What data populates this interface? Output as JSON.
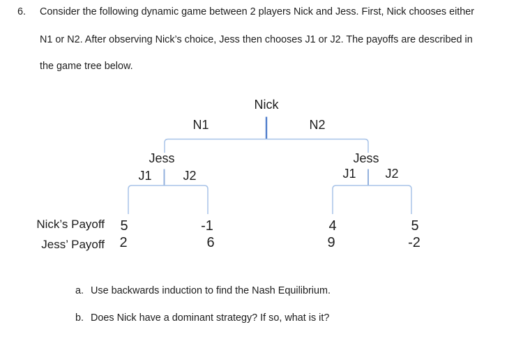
{
  "question": {
    "number": "6.",
    "lines": [
      "Consider the following dynamic game between 2 players Nick and Jess. First, Nick chooses either",
      "N1 or N2. After observing Nick’s choice, Jess then chooses J1 or J2. The payoffs are described in",
      "the game tree below."
    ]
  },
  "tree": {
    "root_player": "Nick",
    "left_action": "N1",
    "right_action": "N2",
    "left_node": {
      "player": "Jess",
      "left_action": "J1",
      "right_action": "J2"
    },
    "right_node": {
      "player": "Jess",
      "left_action": "J1",
      "right_action": "J2"
    }
  },
  "payoffs": {
    "rows": [
      {
        "label": "Nick’s Payoff",
        "values": [
          "5",
          "-1",
          "4",
          "5"
        ]
      },
      {
        "label": "Jess’ Payoff",
        "values": [
          "2",
          "6",
          "9",
          "-2"
        ]
      }
    ]
  },
  "subquestions": [
    {
      "label": "a.",
      "text": "Use backwards induction to find the Nash Equilibrium."
    },
    {
      "label": "b.",
      "text": "Does Nick have a dominant strategy? If so, what is it?"
    }
  ],
  "colors": {
    "root_branch_line": "#4f7dcb",
    "bracket_line": "#a8c3e8",
    "node_stem_line": "#93b1dd",
    "text": "#1c1c1c"
  }
}
